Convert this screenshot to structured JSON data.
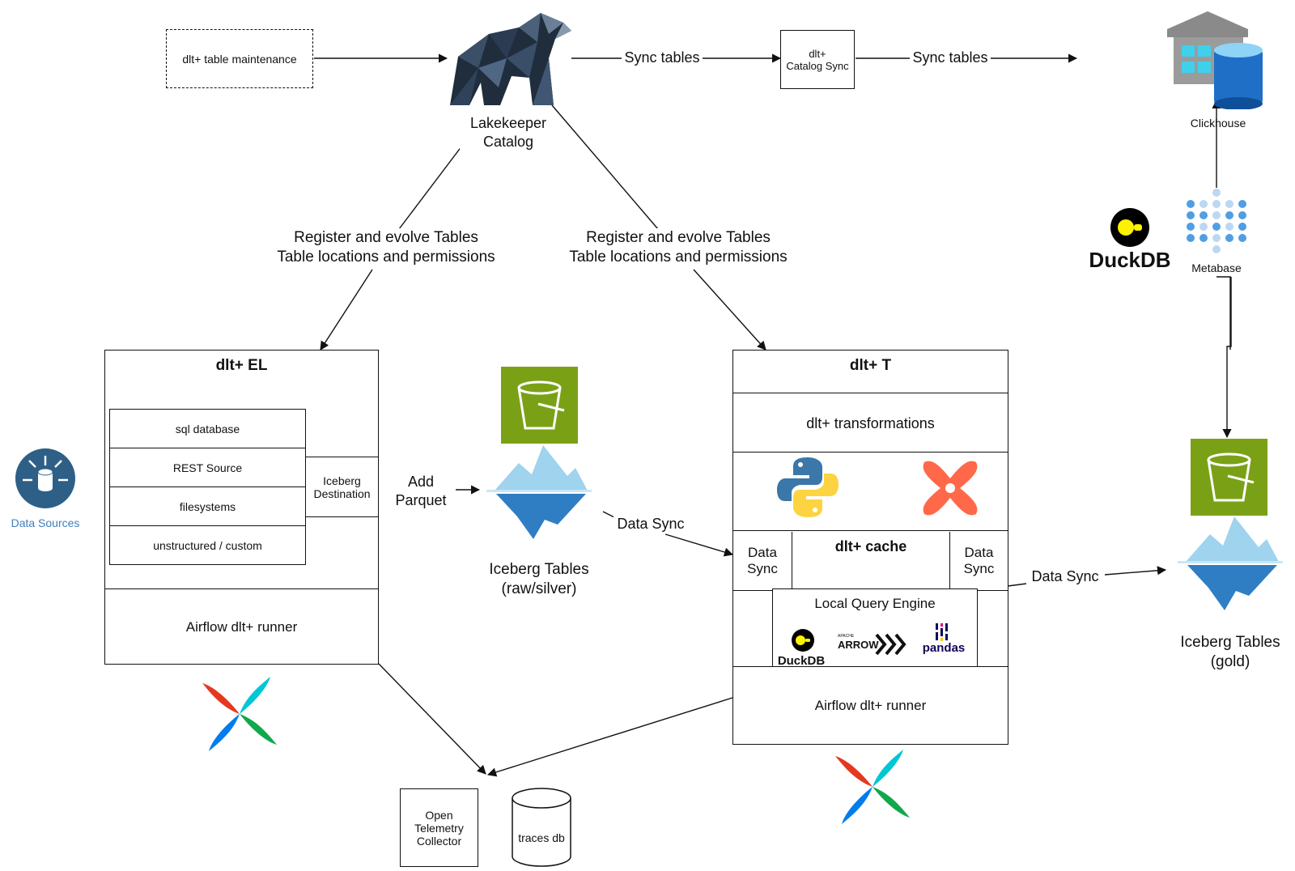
{
  "maintenance": {
    "label": "dlt+ table maintenance"
  },
  "lakekeeper": {
    "label_line1": "Lakekeeper",
    "label_line2": "Catalog"
  },
  "sync_left": {
    "label": "Sync tables"
  },
  "catalog_sync": {
    "line1": "dlt+",
    "line2": "Catalog Sync"
  },
  "sync_right": {
    "label": "Sync tables"
  },
  "clickhouse": {
    "label": "Clickhouse"
  },
  "metabase": {
    "label": "Metabase"
  },
  "duckdb_logo": {
    "label": "DuckDB"
  },
  "register_left": {
    "line1": "Register and evolve Tables",
    "line2": "Table locations and permissions"
  },
  "register_right": {
    "line1": "Register and evolve Tables",
    "line2": "Table locations and permissions"
  },
  "data_sources": {
    "label": "Data Sources"
  },
  "el_box": {
    "title": "dlt+ EL",
    "sources": [
      "sql database",
      "REST Source",
      "filesystems",
      "unstructured / custom"
    ],
    "iceberg_dest_line1": "Iceberg",
    "iceberg_dest_line2": "Destination",
    "runner": "Airflow dlt+ runner"
  },
  "add_parquet": {
    "line1": "Add",
    "line2": "Parquet"
  },
  "iceberg_raw": {
    "line1": "Iceberg Tables",
    "line2": "(raw/silver)"
  },
  "data_sync_mid": {
    "label": "Data Sync"
  },
  "t_box": {
    "title": "dlt+ T",
    "transformations": "dlt+ transformations",
    "data_sync_left_1": "Data",
    "data_sync_left_2": "Sync",
    "cache": "dlt+ cache",
    "data_sync_right_1": "Data",
    "data_sync_right_2": "Sync",
    "engine_title": "Local Query Engine",
    "engine_duckdb": "DuckDB",
    "engine_arrow_small": "APACHE",
    "engine_arrow": "ARROW",
    "engine_pandas": "pandas",
    "runner": "Airflow dlt+ runner"
  },
  "data_sync_right": {
    "label": "Data Sync"
  },
  "iceberg_gold": {
    "line1": "Iceberg Tables",
    "line2": "(gold)"
  },
  "otel": {
    "line1": "Open",
    "line2": "Telemetry",
    "line3": "Collector"
  },
  "traces": {
    "label": "traces db"
  },
  "colors": {
    "bucket_green": "#7AA116",
    "ice_light": "#9fd3ee",
    "ice_dark": "#2f7ec4",
    "bear_dark": "#1f2d3d",
    "airflow_red": "#e43921",
    "airflow_teal": "#00c7d4",
    "airflow_green": "#11a84b",
    "airflow_blue": "#017cee",
    "datasource_blue": "#2e5f86",
    "datasource_text": "#3f7fbf",
    "dbt_orange": "#ff694a",
    "metabase_blue": "#509ee3"
  }
}
